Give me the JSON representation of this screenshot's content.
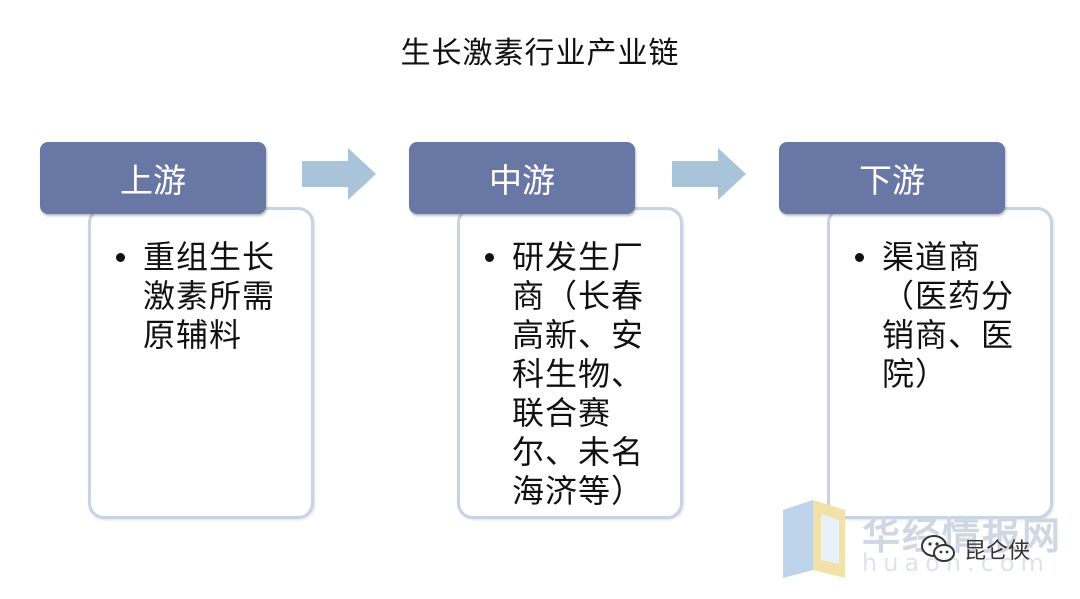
{
  "title": "生长激素行业产业链",
  "stages": [
    {
      "header": "上游",
      "text": "重组生长激素所需原辅料"
    },
    {
      "header": "中游",
      "text": "研发生厂商（长春高新、安科生物、联合赛尔、未名海济等）"
    },
    {
      "header": "下游",
      "text": "渠道商（医药分销商、医院）"
    }
  ],
  "watermark": {
    "site": "华经情报网",
    "url": "huaon.com"
  },
  "account": {
    "name": "昆仑侠"
  },
  "colors": {
    "header": "#6977a5",
    "arrow": "#a9c4d8",
    "box_border": "#c7d4e6"
  },
  "icons": {
    "arrow": "right-arrow-icon",
    "wechat": "wechat-icon",
    "logo": "huajing-logo-icon"
  }
}
